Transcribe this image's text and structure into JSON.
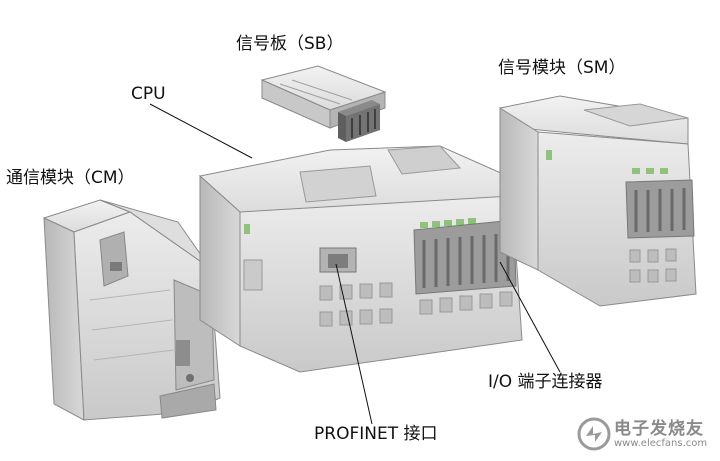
{
  "labels": {
    "signal_board": "信号板（SB）",
    "signal_module": "信号模块（SM）",
    "cpu": "CPU",
    "comm_module": "通信模块（CM）",
    "io_connector": "I/O 端子连接器",
    "profinet": "PROFINET 接口"
  },
  "watermark": {
    "name": "电子发烧友",
    "url": "www.elecfans.com",
    "icon": "elecfans-logo-icon"
  },
  "colors": {
    "housing_light": "#e6e6e6",
    "housing_mid": "#cfcfcf",
    "housing_dark": "#9a9a9a",
    "terminal": "#6e6e6e",
    "led_green": "#8fc27a",
    "leader_line": "#111111"
  }
}
